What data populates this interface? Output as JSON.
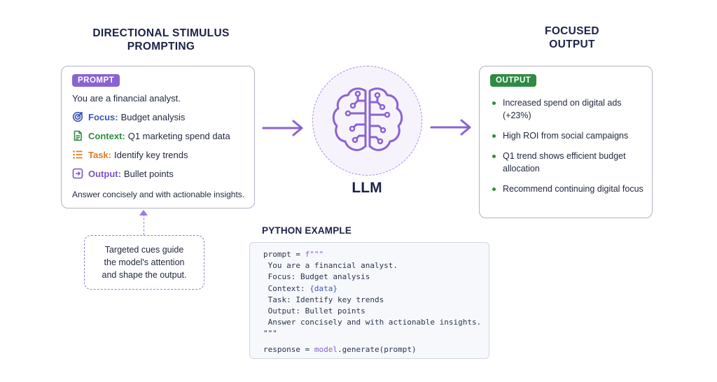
{
  "titles": {
    "left": "DIRECTIONAL STIMULUS\nPROMPTING",
    "right": "FOCUSED\nOUTPUT"
  },
  "prompt_card": {
    "tag": "PROMPT",
    "intro": "You are a financial analyst.",
    "rows": [
      {
        "icon": "target-icon",
        "label": "Focus:",
        "value": "Budget analysis",
        "color": "#3e55b8"
      },
      {
        "icon": "document-icon",
        "label": "Context:",
        "value": "Q1 marketing spend data",
        "color": "#2e8b43"
      },
      {
        "icon": "list-icon",
        "label": "Task:",
        "value": "Identify key trends",
        "color": "#e07a24"
      },
      {
        "icon": "output-box-icon",
        "label": "Output:",
        "value": "Bullet points",
        "color": "#7b52c9"
      }
    ],
    "closing": "Answer concisely and with actionable insights."
  },
  "cue_note": "Targeted cues guide\nthe model's attention\nand shape the output.",
  "llm": {
    "label": "LLM",
    "icon": "brain-circuit-icon"
  },
  "output_card": {
    "tag": "OUTPUT",
    "bullets": [
      "Increased spend on digital ads (+23%)",
      "High ROI from social campaigns",
      "Q1 trend shows efficient budget allocation",
      "Recommend continuing digital focus"
    ]
  },
  "python_example": {
    "title": "PYTHON EXAMPLE",
    "lines": {
      "l1a": "prompt = ",
      "l1b": "f\"\"\"",
      "l2": " You are a financial analyst.",
      "l3": " Focus: Budget analysis",
      "l4a": " Context: ",
      "l4b": "{data}",
      "l5": " Task: Identify key trends",
      "l6": " Output: Bullet points",
      "l7": " Answer concisely and with actionable insights.",
      "l8": "\"\"\"",
      "l9a": "response = ",
      "l9b": "model",
      "l9c": ".generate(prompt)"
    }
  },
  "colors": {
    "purple": "#8a63d2",
    "green": "#2e8b43",
    "navy": "#1b2247"
  }
}
